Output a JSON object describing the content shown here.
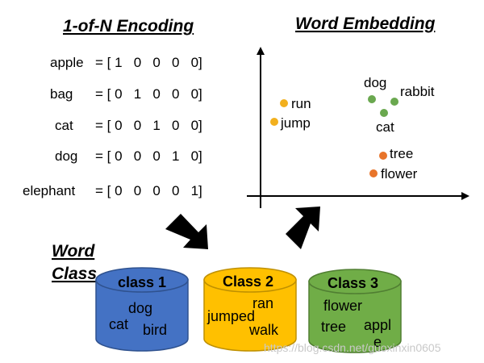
{
  "encoding": {
    "title": "1-of-N Encoding",
    "rows": [
      {
        "word": "apple",
        "vector": "= [ 1   0   0   0   0]"
      },
      {
        "word": "bag",
        "vector": "= [ 0   1   0   0   0]"
      },
      {
        "word": "cat",
        "vector": "= [ 0   0   1   0   0]"
      },
      {
        "word": "dog",
        "vector": "= [ 0   0   0   1   0]"
      },
      {
        "word": "elephant",
        "vector": "= [ 0   0   0   0   1]"
      }
    ]
  },
  "embedding": {
    "title": "Word Embedding",
    "points": [
      {
        "label": "run",
        "color": "#f2b01e"
      },
      {
        "label": "jump",
        "color": "#f2b01e"
      },
      {
        "label": "dog",
        "color": "#6aa84f"
      },
      {
        "label": "rabbit",
        "color": "#6aa84f"
      },
      {
        "label": "cat",
        "color": "#6aa84f"
      },
      {
        "label": "tree",
        "color": "#e8742a"
      },
      {
        "label": "flower",
        "color": "#e8742a"
      }
    ]
  },
  "word_class": {
    "title_line1": "Word",
    "title_line2": "Class",
    "classes": [
      {
        "name": "class 1",
        "color": "#4472c4",
        "words": [
          "dog",
          "cat",
          "bird"
        ]
      },
      {
        "name": "Class 2",
        "color": "#ffc000",
        "words": [
          "ran",
          "jumped",
          "walk"
        ]
      },
      {
        "name": "Class 3",
        "color": "#70ad47",
        "words": [
          "flower",
          "tree",
          "appl",
          "e"
        ]
      }
    ]
  },
  "watermark": "https://blog.csdn.net/guoxinxin0605"
}
